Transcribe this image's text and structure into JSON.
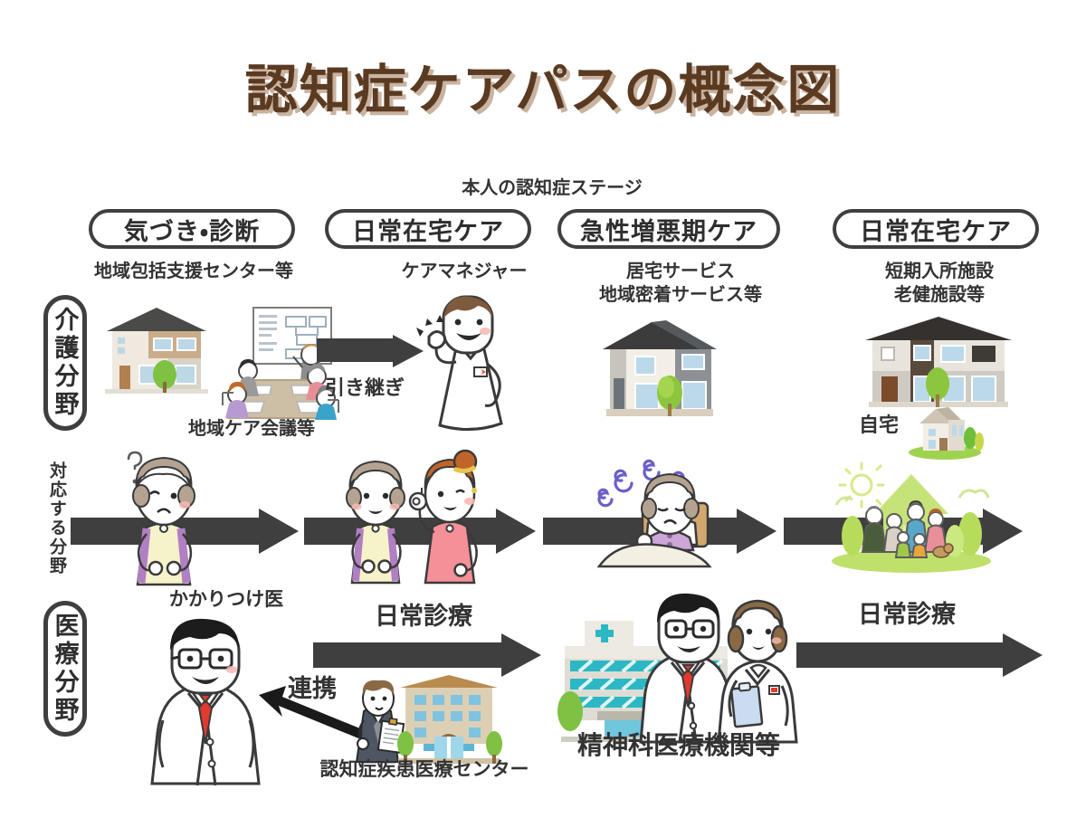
{
  "title": "認知症ケアパスの概念図",
  "colors": {
    "title": "#5b3a22",
    "title_shadow": "#c9b3a1",
    "arrow": "#3f3f3f",
    "arrow_black": "#1a1a1a",
    "pill_border": "#3f3f3f",
    "text": "#333333",
    "hospital_accent": "#2bb8c4",
    "green": "#a8d24a",
    "tie_red": "#e03b2f"
  },
  "stage_axis_label": "本人の認知症ステージ",
  "stages": [
    {
      "id": "stage-1",
      "label": "気づき・診断"
    },
    {
      "id": "stage-2",
      "label": "日常在宅ケア"
    },
    {
      "id": "stage-3",
      "label": "急性増悪期ケア"
    },
    {
      "id": "stage-4",
      "label": "日常在宅ケア"
    }
  ],
  "row_labels": {
    "care": "介護分野",
    "responding": "対応する分野",
    "medical": "医療分野"
  },
  "care_row": {
    "col1_caption": "地域包括支援センター等",
    "col1_sub_caption": "地域ケア会議等",
    "col2_caption": "ケアマネジャー",
    "handover_label": "引き継ぎ",
    "col3_caption": "居宅サービス\n地域密着サービス等",
    "col4_caption": "短期入所施設\n老健施設等",
    "col4_home_label": "自宅"
  },
  "medical_row": {
    "family_doctor_caption": "かかりつけ医",
    "daily_care_label_left": "日常診療",
    "daily_care_label_right": "日常診療",
    "coordination_label": "連携",
    "dementia_center_caption": "認知症疾患医療センター",
    "psychiatric_caption": "精神科医療機関等"
  },
  "icons": {
    "community_center": "community-center-building-icon",
    "care_meeting": "care-meeting-icon",
    "care_manager": "care-manager-person-icon",
    "house_service": "house-icon",
    "facility_building": "facility-building-icon",
    "small_home": "small-home-icon",
    "elder_confused": "elderly-woman-confused-icon",
    "elder_supported": "elderly-woman-with-caregiver-icon",
    "elder_bedridden": "elderly-woman-in-bed-icon",
    "family_home": "family-at-home-icon",
    "doctor": "family-doctor-icon",
    "center_staff": "dementia-center-staff-icon",
    "center_building": "dementia-center-building-icon",
    "hospital": "hospital-building-icon",
    "doctor_nurse": "doctor-and-nurse-icon"
  }
}
